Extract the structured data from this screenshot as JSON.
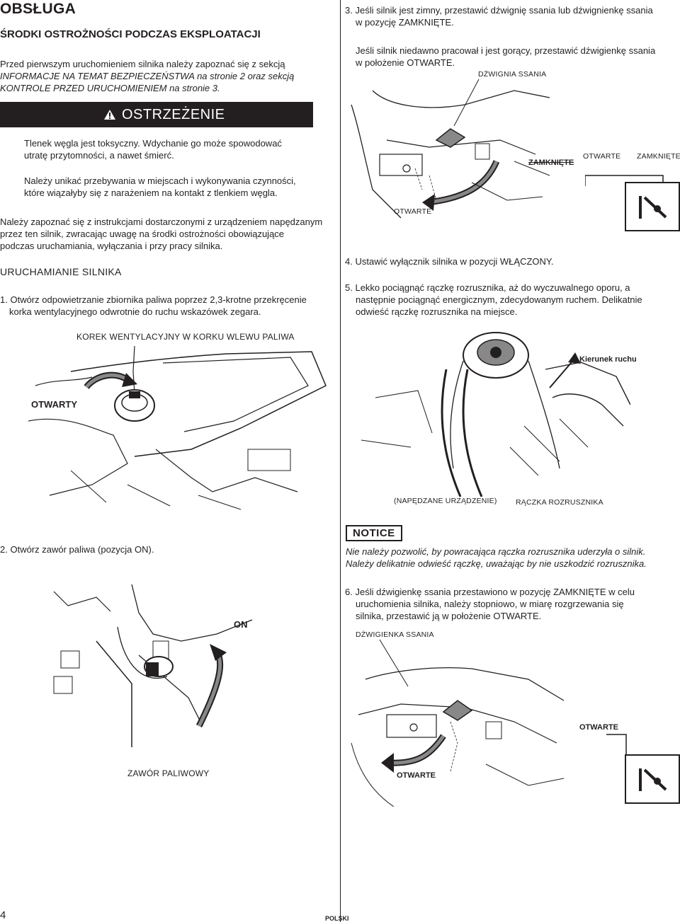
{
  "header": {
    "title": "OBSŁUGA"
  },
  "safety": {
    "heading": "ŚRODKI OSTROŻNOŚCI PODCZAS EKSPLOATACJI",
    "intro_lines": [
      "Przed pierwszym uruchomieniem silnika należy zapoznać się z sekcją",
      "INFORMACJE NA TEMAT BEZPIECZEŃSTWA na stronie 2 oraz sekcją",
      "KONTROLE PRZED URUCHOMIENIEM na stronie 3."
    ]
  },
  "warning": {
    "title": "OSTRZEŻENIE",
    "line1": "Tlenek węgla jest toksyczny. Wdychanie go może spowodować",
    "line2": "utratę przytomności, a nawet śmierć.",
    "line3": "Należy unikać przebywania w miejscach i wykonywania czynności,",
    "line4": "które wiązałyby się z narażeniem na kontakt z tlenkiem węgla."
  },
  "instructions": {
    "lines": [
      "Należy zapoznać się z instrukcjami dostarczonymi z urządzeniem napędzanym",
      "przez ten silnik, zwracając uwagę na środki ostrożności obowiązujące",
      "podczas uruchamiania, wyłączania i przy pracy silnika."
    ]
  },
  "starting": {
    "heading": "URUCHAMIANIE SILNIKA"
  },
  "step1": {
    "number": "1.",
    "line1": "Otwórz odpowietrzanie zbiornika paliwa poprzez 2,3-krotne przekręcenie",
    "line2": "korka wentylacyjnego odwrotnie do ruchu wskazówek zegara.",
    "fig_label": "KOREK WENTYLACYJNY W KORKU WLEWU PALIWA",
    "fig_open": "OTWARTY"
  },
  "step2": {
    "number": "2.",
    "text": "Otwórz zawór paliwa (pozycja ON).",
    "fig_on": "ON",
    "fig_valve": "ZAWÓR PALIWOWY"
  },
  "step3": {
    "number": "3.",
    "line1": "Jeśli silnik jest zimny, przestawić dźwignię ssania lub dźwignienkę ssania",
    "line2": "w pozycję ZAMKNIĘTE.",
    "line3": "Jeśli silnik niedawno pracował i jest gorący, przestawić dźwigienkę ssania",
    "line4": "w położenie OTWARTE.",
    "fig_lever": "DŹWIGNIA SSANIA",
    "fig_closed": "ZAMKNIĘTE",
    "fig_open": "OTWARTE",
    "fig_icon_open": "OTWARTE",
    "fig_icon_closed": "ZAMKNIĘTE"
  },
  "step4": {
    "number": "4.",
    "text": "Ustawić wyłącznik silnika w pozycji WŁĄCZONY."
  },
  "step5": {
    "number": "5.",
    "line1": "Lekko pociągnąć rączkę rozrusznika, aż do wyczuwalnego oporu, a",
    "line2": "następnie pociągnąć energicznym, zdecydowanym ruchem. Delikatnie",
    "line3": "odwieść rączkę rozrusznika na miejsce.",
    "fig_direction": "Kierunek ruchu",
    "fig_equipment": "(NAPĘDZANE URZĄDZENIE)",
    "fig_handle": "RĄCZKA ROZRUSZNIKA"
  },
  "notice": {
    "title": "NOTICE",
    "line1": "Nie należy pozwolić, by powracająca rączka rozrusznika uderzyła o silnik.",
    "line2": "Należy delikatnie odwieść rączkę, uważając by nie uszkodzić rozrusznika."
  },
  "step6": {
    "number": "6.",
    "line1": "Jeśli dźwigienkę ssania przestawiono w pozycję ZAMKNIĘTE w celu",
    "line2": "uruchomienia silnika, należy stopniowo, w miarę rozgrzewania się",
    "line3": "silnika, przestawić ją w położenie OTWARTE.",
    "fig_lever": "DŹWIGIENKA SSANIA",
    "fig_open_right": "OTWARTE",
    "fig_open_bottom": "OTWARTE"
  },
  "footer": {
    "page_number": "4",
    "language": "POLSKI"
  }
}
